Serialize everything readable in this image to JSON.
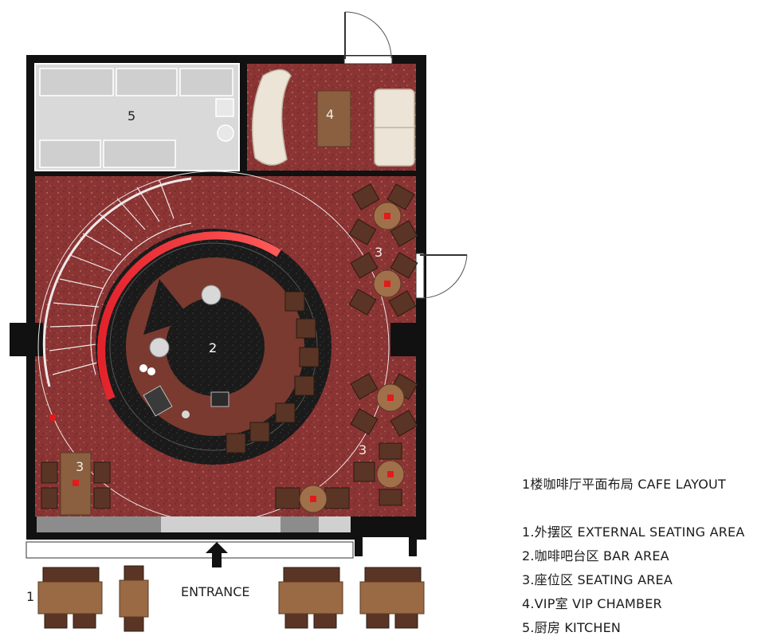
{
  "plan": {
    "zones": [
      {
        "id": "external",
        "label": "1"
      },
      {
        "id": "bar",
        "label": "2"
      },
      {
        "id": "seating_right_top",
        "label": "3"
      },
      {
        "id": "seating_right_bottom",
        "label": "3"
      },
      {
        "id": "seating_left",
        "label": "3"
      },
      {
        "id": "vip",
        "label": "4"
      },
      {
        "id": "kitchen",
        "label": "5"
      }
    ],
    "entrance_label": "ENTRANCE"
  },
  "legend": {
    "title": "1楼咖啡厅平面布局  CAFE LAYOUT",
    "items": [
      "1.外摆区   EXTERNAL SEATING AREA",
      "2.咖啡吧台区   BAR AREA",
      "3.座位区   SEATING AREA",
      "4.VIP室   VIP CHAMBER",
      "5.厨房   KITCHEN"
    ]
  },
  "colors": {
    "wall": "#111111",
    "terrazzo_red": "#8a3434",
    "bar_black": "#1a1a1a",
    "counter_brown": "#7a3a30",
    "neon_red": "#e3232c",
    "wood": "#7a5235",
    "kitchen_gray": "#d9d9d9"
  }
}
